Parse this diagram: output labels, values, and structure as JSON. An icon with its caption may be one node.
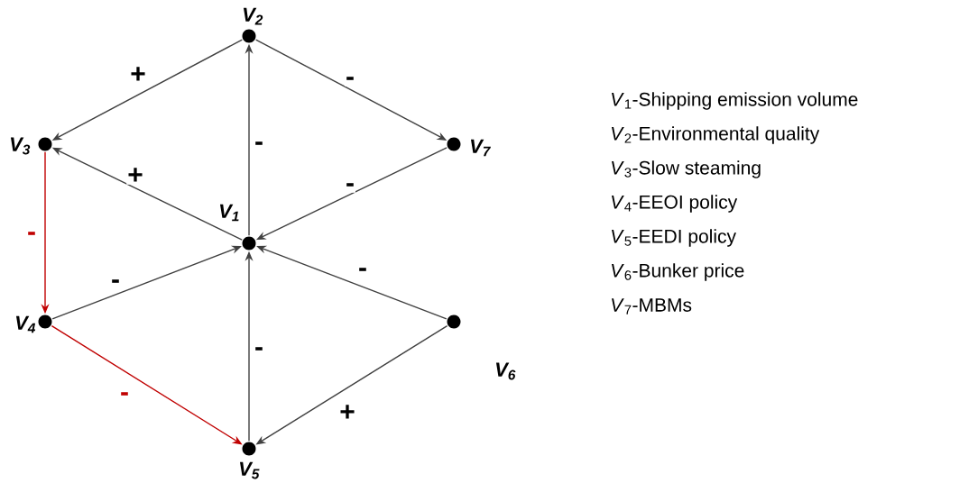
{
  "diagram": {
    "nodes": [
      {
        "text": [
          "V$_{1}$"
        ]
      },
      {
        "text": [
          "V$_{2}$"
        ]
      },
      {
        "text": [
          "V$_{3}$"
        ]
      },
      {
        "text": [
          "V$_{4}$"
        ]
      },
      {
        "text": [
          "V$_{5}$"
        ]
      },
      {
        "text": [
          "V$_{6}$"
        ]
      },
      {
        "text": [
          "V$_{7}$"
        ]
      }
    ],
    "edges": [
      {
        "from": 1,
        "to": 2,
        "arrow": "to",
        "label": "+"
      },
      {
        "from": 1,
        "to": 6,
        "arrow": "to",
        "label": "-"
      },
      {
        "from": 0,
        "to": 1,
        "arrow": "to",
        "label": "-"
      },
      {
        "from": 0,
        "to": 2,
        "arrow": "to",
        "label": "+"
      },
      {
        "from": 6,
        "to": 0,
        "arrow": "to",
        "label": "-"
      },
      {
        "from": 2,
        "to": 3,
        "arrow": "to",
        "label": "-",
        "color": "#c00000"
      },
      {
        "from": 3,
        "to": 0,
        "arrow": "to",
        "label": "-"
      },
      {
        "from": 5,
        "to": 0,
        "arrow": "to",
        "label": "-"
      },
      {
        "from": 4,
        "to": 0,
        "arrow": "to",
        "label": "-"
      },
      {
        "from": 3,
        "to": 4,
        "arrow": "to",
        "label": "-",
        "color": "#c00000"
      },
      {
        "from": 5,
        "to": 4,
        "arrow": "to",
        "label": "+"
      }
    ],
    "labels": [
      "*V*$_{1}$-Shipping emission volume",
      "*V*$_{2}$-Environmental quality",
      "*V*$_{3}$-Slow steaming",
      "*V*$_{4}$-EEOI policy",
      "*V*$_{5}$-EEDI policy",
      "*V*$_{6}$-Bunker price",
      "*V*$_{7}$-MBMs"
    ]
  }
}
